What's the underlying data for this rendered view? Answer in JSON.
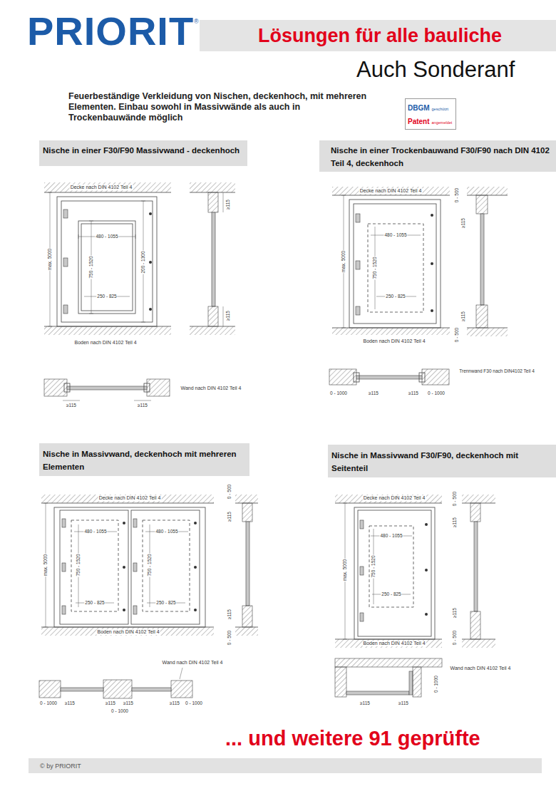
{
  "diagram": {
    "nodes": [
      {
        "text": [
          "Lösungen für alle bauliche"
        ]
      },
      {
        "text": [
          "DBGM",
          "geschützt",
          "Patent",
          "angemeldet"
        ]
      },
      {
        "text": [
          "Nische in einer F30/F90 Massivwand - deckenhoch"
        ]
      },
      {
        "text": [
          "Nische in einer Trockenbauwand F30/F90 nach DIN 4102 Teil 4, deckenhoch"
        ]
      },
      {
        "text": [
          "Nische in Massivwand, deckenhoch mit mehreren Elementen"
        ]
      },
      {
        "text": [
          "Nische in Massivwand F30/F90, deckenhoch mit Seitenteil"
        ]
      },
      {
        "text": [
          "© by PRIORIT"
        ]
      }
    ],
    "labels": [
      "PRIORIT",
      "®",
      "Auch Sonderanf",
      "Feuerbeständige Verkleidung von Nischen, deckenhoch, mit mehreren Elementen. Einbau sowohl in Massivwände als auch in Trockenbauwände möglich",
      "Decke nach DIN 4102 Teil 4",
      "480 - 1055",
      "750 - 1520",
      "250 - 825",
      "max. 5000",
      "200 - 1300",
      "Boden nach DIN 4102 Teil 4",
      "≥115",
      "≥115",
      "≥115",
      "≥115",
      "Wand nach DIN 4102 Teil 4",
      "Decke nach DIN 4102 Teil 4",
      "480 - 1055",
      "750 - 1520",
      "250 - 825",
      "max. 5000",
      "Boden nach DIN 4102 Teil 4",
      "0 - 500",
      "≥115",
      "≥115",
      "0 - 500",
      "0 - 1000",
      "≥115",
      "≥115",
      "0 - 1000",
      "Trennwand F30 nach DIN4102 Teil 4",
      "Decke nach DIN 4102 Teil 4",
      "480 - 1055",
      "480 - 1055",
      "750 - 1520",
      "750 - 1520",
      "250 - 825",
      "250 - 825",
      "max. 5000",
      "Boden nach DIN 4102 Teil 4",
      "0 - 500",
      "≥115",
      "≥115",
      "0 - 500",
      "Wand nach DIN 4102 Teil 4",
      "0 - 1000",
      "≥115",
      "≥115",
      "≥115",
      "≥115",
      "0 - 1000",
      "0 - 1000",
      "Decke nach DIN 4102 Teil 4",
      "480 - 1055",
      "750 - 1520",
      "250 - 825",
      "max. 5000",
      "Boden nach DIN 4102 Teil 4",
      "0 - 500",
      "≥115",
      "≥115",
      "0 - 500",
      "Wand nach DIN 4102 Teil 4",
      "0 - 1000",
      "≥115",
      "≥115",
      "... und weitere 91 geprüfte"
    ]
  }
}
